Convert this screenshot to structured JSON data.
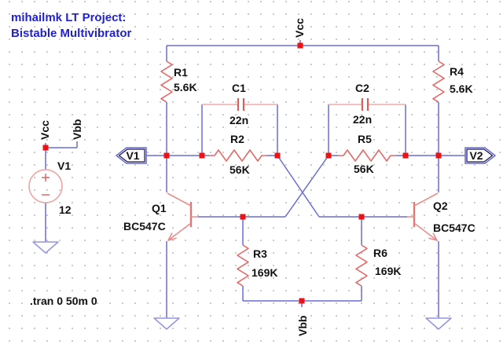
{
  "title": {
    "line1": "mihailmk LT Project:",
    "line2": "Bistable Multivibrator"
  },
  "directive": ".tran 0 50m 0",
  "rails": {
    "vcc_top": "Vcc",
    "vcc_left": "Vcc",
    "vbb_left": "Vbb",
    "vbb_bottom": "Vbb"
  },
  "ports": {
    "v1": "V1",
    "v2": "V2"
  },
  "components": {
    "R1": {
      "name": "R1",
      "value": "5.6K"
    },
    "R2": {
      "name": "R2",
      "value": "56K"
    },
    "R3": {
      "name": "R3",
      "value": "169K"
    },
    "R4": {
      "name": "R4",
      "value": "5.6K"
    },
    "R5": {
      "name": "R5",
      "value": "56K"
    },
    "R6": {
      "name": "R6",
      "value": "169K"
    },
    "C1": {
      "name": "C1",
      "value": "22n"
    },
    "C2": {
      "name": "C2",
      "value": "22n"
    },
    "Q1": {
      "name": "Q1",
      "value": "BC547C"
    },
    "Q2": {
      "name": "Q2",
      "value": "BC547C"
    },
    "V1": {
      "name": "V1",
      "value": "12"
    }
  },
  "colors": {
    "wire": "#6b6bd9",
    "component_body": "#e46a6a",
    "junction_node": "#ee1111",
    "title_text": "#1f1fd3",
    "label_text": "#121212",
    "ground": "#9595e2",
    "background": "#ffffff"
  }
}
